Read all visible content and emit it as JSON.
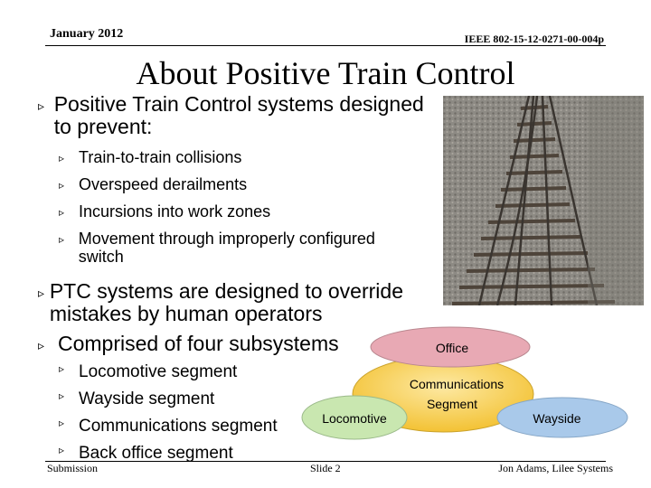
{
  "header": {
    "date": "January 2012",
    "doc_id": "IEEE 802-15-12-0271-00-004p"
  },
  "title": "About Positive Train Control",
  "bullets": {
    "main1": "Positive Train Control systems designed to prevent:",
    "sub1": [
      "Train-to-train collisions",
      "Overspeed derailments",
      "Incursions into work zones",
      "Movement through improperly configured switch"
    ],
    "main2": "PTC systems are designed to override mistakes by human operators",
    "main3": "Comprised of four subsystems",
    "sub2": [
      "Locomotive segment",
      "Wayside segment",
      "Communications segment",
      "Back office segment"
    ]
  },
  "diagram": {
    "office": "Office",
    "comm_line1": "Communications",
    "comm_line2": "Segment",
    "locomotive": "Locomotive",
    "wayside": "Wayside",
    "colors": {
      "office": "#e8a9b4",
      "comm": "#f3c234",
      "locomotive": "#c9e7b0",
      "wayside": "#a9c9ea"
    }
  },
  "footer": {
    "left": "Submission",
    "center": "Slide 2",
    "right": "Jon Adams, Lilee Systems"
  }
}
